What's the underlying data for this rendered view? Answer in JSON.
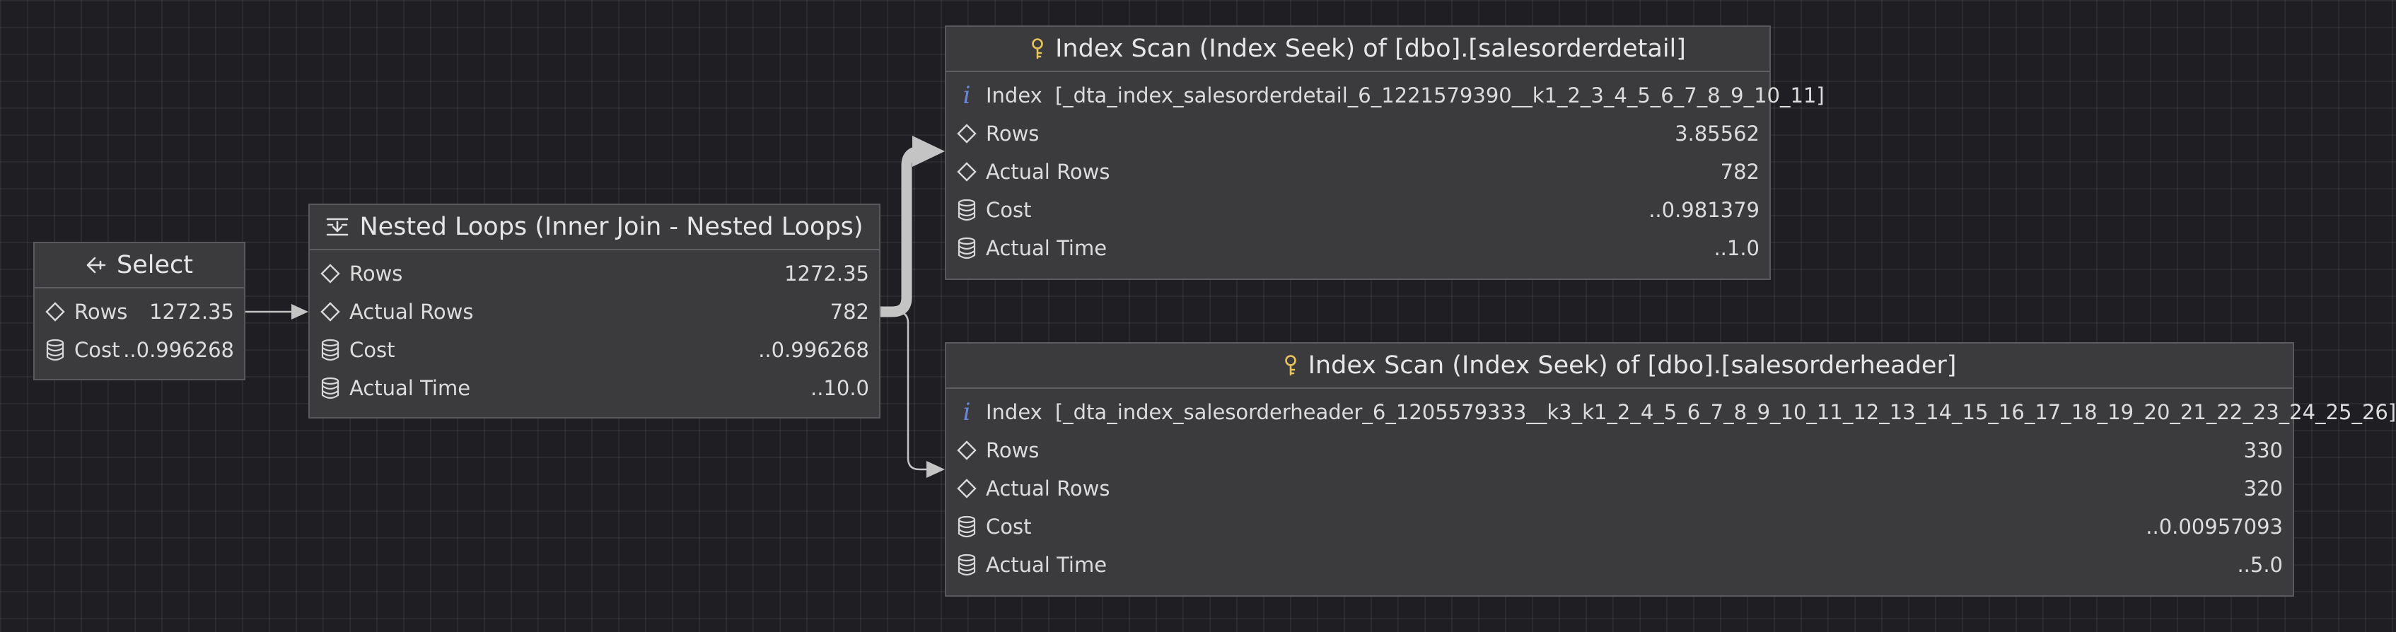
{
  "colors": {
    "background": "#1f1f23",
    "node_bg": "#3b3b3d",
    "node_border": "#5a5a5e",
    "key_icon": "#e8c25a",
    "info_icon": "#6b86d6",
    "edge": "#c4c4c4"
  },
  "nodes": {
    "select": {
      "title": "Select",
      "icon": "select-arrow-icon",
      "rows": [
        {
          "icon": "diamond-icon",
          "label": "Rows",
          "value": "1272.35"
        },
        {
          "icon": "database-icon",
          "label": "Cost",
          "value": "..0.996268"
        }
      ]
    },
    "nested": {
      "title": "Nested Loops (Inner Join - Nested Loops)",
      "icon": "nested-loops-icon",
      "rows": [
        {
          "icon": "diamond-icon",
          "label": "Rows",
          "value": "1272.35"
        },
        {
          "icon": "diamond-icon",
          "label": "Actual Rows",
          "value": "782"
        },
        {
          "icon": "database-icon",
          "label": "Cost",
          "value": "..0.996268"
        },
        {
          "icon": "database-icon",
          "label": "Actual Time",
          "value": "..10.0"
        }
      ]
    },
    "detail": {
      "title": "Index Scan (Index Seek) of [dbo].[salesorderdetail]",
      "icon": "key-icon",
      "rows": [
        {
          "icon": "info-icon",
          "label": "Index",
          "value": "[_dta_index_salesorderdetail_6_1221579390__k1_2_3_4_5_6_7_8_9_10_11]"
        },
        {
          "icon": "diamond-icon",
          "label": "Rows",
          "value": "3.85562"
        },
        {
          "icon": "diamond-icon",
          "label": "Actual Rows",
          "value": "782"
        },
        {
          "icon": "database-icon",
          "label": "Cost",
          "value": "..0.981379"
        },
        {
          "icon": "database-icon",
          "label": "Actual Time",
          "value": "..1.0"
        }
      ]
    },
    "header": {
      "title": "Index Scan (Index Seek) of [dbo].[salesorderheader]",
      "icon": "key-icon",
      "rows": [
        {
          "icon": "info-icon",
          "label": "Index",
          "value": "[_dta_index_salesorderheader_6_1205579333__k3_k1_2_4_5_6_7_8_9_10_11_12_13_14_15_16_17_18_19_20_21_22_23_24_25_26]"
        },
        {
          "icon": "diamond-icon",
          "label": "Rows",
          "value": "330"
        },
        {
          "icon": "diamond-icon",
          "label": "Actual Rows",
          "value": "320"
        },
        {
          "icon": "database-icon",
          "label": "Cost",
          "value": "..0.00957093"
        },
        {
          "icon": "database-icon",
          "label": "Actual Time",
          "value": "..5.0"
        }
      ]
    }
  }
}
